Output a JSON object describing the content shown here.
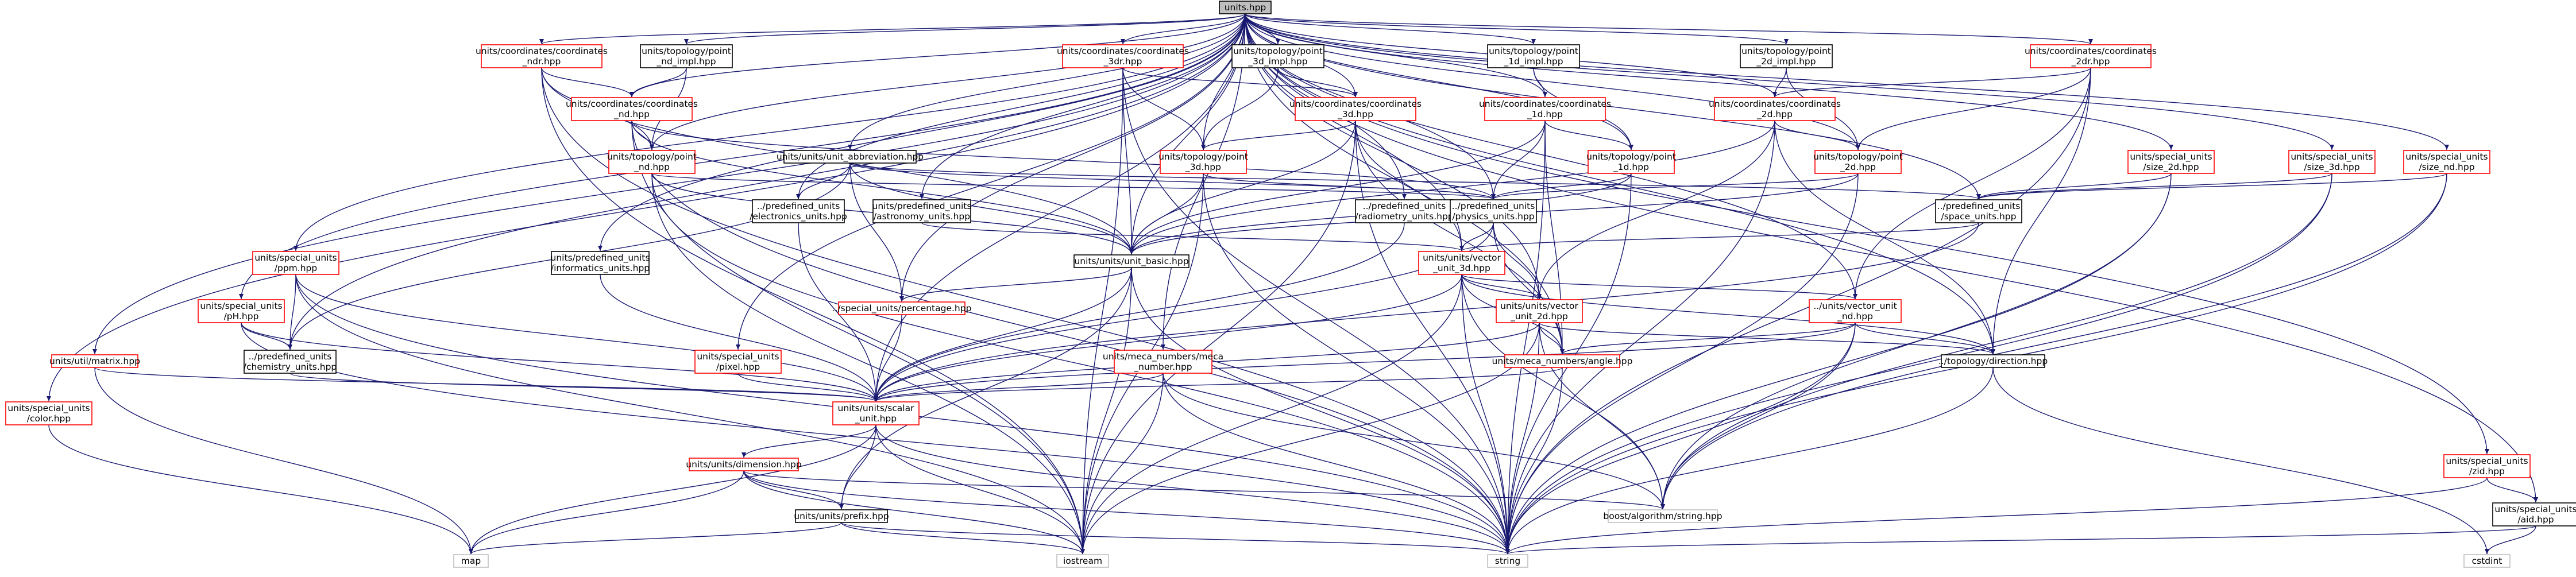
{
  "colors": {
    "root_fill": "#bfbfbf",
    "default_border": "#000000",
    "unresolved_border": "#ff0000",
    "external_border": "#bfbfbf",
    "edge": "#191970"
  },
  "nodes": [
    {
      "id": "units_hpp",
      "lines": [
        "units.hpp"
      ],
      "kind": "root"
    },
    {
      "id": "coord_ndr",
      "lines": [
        "units/coordinates/coordinates",
        "_ndr.hpp"
      ],
      "kind": "unresolved"
    },
    {
      "id": "topo_nd_impl",
      "lines": [
        "units/topology/point",
        "_nd_impl.hpp"
      ],
      "kind": "default"
    },
    {
      "id": "coord_3dr",
      "lines": [
        "units/coordinates/coordinates",
        "_3dr.hpp"
      ],
      "kind": "unresolved"
    },
    {
      "id": "topo_3d_impl",
      "lines": [
        "units/topology/point",
        "_3d_impl.hpp"
      ],
      "kind": "default"
    },
    {
      "id": "topo_1d_impl",
      "lines": [
        "units/topology/point",
        "_1d_impl.hpp"
      ],
      "kind": "default"
    },
    {
      "id": "topo_2d_impl",
      "lines": [
        "units/topology/point",
        "_2d_impl.hpp"
      ],
      "kind": "default"
    },
    {
      "id": "coord_2dr",
      "lines": [
        "units/coordinates/coordinates",
        "_2dr.hpp"
      ],
      "kind": "unresolved"
    },
    {
      "id": "coord_nd",
      "lines": [
        "units/coordinates/coordinates",
        "_nd.hpp"
      ],
      "kind": "unresolved"
    },
    {
      "id": "coord_3d",
      "lines": [
        "units/coordinates/coordinates",
        "_3d.hpp"
      ],
      "kind": "unresolved"
    },
    {
      "id": "coord_1d",
      "lines": [
        "units/coordinates/coordinates",
        "_1d.hpp"
      ],
      "kind": "unresolved"
    },
    {
      "id": "coord_2d",
      "lines": [
        "units/coordinates/coordinates",
        "_2d.hpp"
      ],
      "kind": "unresolved"
    },
    {
      "id": "topo_nd",
      "lines": [
        "units/topology/point",
        "_nd.hpp"
      ],
      "kind": "unresolved"
    },
    {
      "id": "unit_abbrev",
      "lines": [
        "units/units/unit_abbreviation.hpp"
      ],
      "kind": "default"
    },
    {
      "id": "topo_3d",
      "lines": [
        "units/topology/point",
        "_3d.hpp"
      ],
      "kind": "unresolved"
    },
    {
      "id": "topo_1d",
      "lines": [
        "units/topology/point",
        "_1d.hpp"
      ],
      "kind": "unresolved"
    },
    {
      "id": "topo_2d",
      "lines": [
        "units/topology/point",
        "_2d.hpp"
      ],
      "kind": "unresolved"
    },
    {
      "id": "size_2d",
      "lines": [
        "units/special_units",
        "/size_2d.hpp"
      ],
      "kind": "unresolved"
    },
    {
      "id": "size_3d",
      "lines": [
        "units/special_units",
        "/size_3d.hpp"
      ],
      "kind": "unresolved"
    },
    {
      "id": "size_nd",
      "lines": [
        "units/special_units",
        "/size_nd.hpp"
      ],
      "kind": "unresolved"
    },
    {
      "id": "electronics",
      "lines": [
        "../predefined_units",
        "/electronics_units.hpp"
      ],
      "kind": "default"
    },
    {
      "id": "astronomy",
      "lines": [
        "units/predefined_units",
        "/astronomy_units.hpp"
      ],
      "kind": "default"
    },
    {
      "id": "radiometry",
      "lines": [
        "../predefined_units",
        "/radiometry_units.hpp"
      ],
      "kind": "default"
    },
    {
      "id": "physics",
      "lines": [
        "../predefined_units",
        "/physics_units.hpp"
      ],
      "kind": "default"
    },
    {
      "id": "space",
      "lines": [
        "../predefined_units",
        "/space_units.hpp"
      ],
      "kind": "default"
    },
    {
      "id": "ppm",
      "lines": [
        "units/special_units",
        "/ppm.hpp"
      ],
      "kind": "unresolved"
    },
    {
      "id": "informatics",
      "lines": [
        "units/predefined_units",
        "/informatics_units.hpp"
      ],
      "kind": "default"
    },
    {
      "id": "unit_basic",
      "lines": [
        "units/units/unit_basic.hpp"
      ],
      "kind": "default"
    },
    {
      "id": "vec_3d",
      "lines": [
        "units/units/vector",
        "_unit_3d.hpp"
      ],
      "kind": "unresolved"
    },
    {
      "id": "ph",
      "lines": [
        "units/special_units",
        "/pH.hpp"
      ],
      "kind": "unresolved"
    },
    {
      "id": "percentage",
      "lines": [
        "../special_units/percentage.hpp"
      ],
      "kind": "unresolved"
    },
    {
      "id": "vec_2d",
      "lines": [
        "units/units/vector",
        "_unit_2d.hpp"
      ],
      "kind": "unresolved"
    },
    {
      "id": "vec_nd",
      "lines": [
        "../units/vector_unit",
        "_nd.hpp"
      ],
      "kind": "unresolved"
    },
    {
      "id": "chemistry",
      "lines": [
        "../predefined_units",
        "/chemistry_units.hpp"
      ],
      "kind": "default"
    },
    {
      "id": "utilmatrix",
      "lines": [
        "units/util/matrix.hpp"
      ],
      "kind": "unresolved"
    },
    {
      "id": "pixel",
      "lines": [
        "units/special_units",
        "/pixel.hpp"
      ],
      "kind": "unresolved"
    },
    {
      "id": "meca_nf",
      "lines": [
        "units/meca_numbers/meca",
        "_number.hpp"
      ],
      "kind": "unresolved"
    },
    {
      "id": "meca_angle",
      "lines": [
        "units/meca_numbers/angle.hpp"
      ],
      "kind": "unresolved"
    },
    {
      "id": "direction",
      "lines": [
        "../topology/direction.hpp"
      ],
      "kind": "default"
    },
    {
      "id": "color",
      "lines": [
        "units/special_units",
        "/color.hpp"
      ],
      "kind": "unresolved"
    },
    {
      "id": "scalar",
      "lines": [
        "units/units/scalar",
        "_unit.hpp"
      ],
      "kind": "unresolved"
    },
    {
      "id": "dimension",
      "lines": [
        "units/units/dimension.hpp"
      ],
      "kind": "unresolved"
    },
    {
      "id": "boost",
      "lines": [
        "boost/algorithm/string.hpp"
      ],
      "kind": "external"
    },
    {
      "id": "prefix",
      "lines": [
        "units/units/prefix.hpp"
      ],
      "kind": "default"
    },
    {
      "id": "zid",
      "lines": [
        "units/special_units",
        "/zid.hpp"
      ],
      "kind": "unresolved"
    },
    {
      "id": "aid",
      "lines": [
        "units/special_units",
        "/aid.hpp"
      ],
      "kind": "default"
    },
    {
      "id": "map",
      "lines": [
        "map"
      ],
      "kind": "external"
    },
    {
      "id": "iostream",
      "lines": [
        "iostream"
      ],
      "kind": "external"
    },
    {
      "id": "string",
      "lines": [
        "string"
      ],
      "kind": "external"
    },
    {
      "id": "cstdint",
      "lines": [
        "cstdint"
      ],
      "kind": "external"
    }
  ]
}
